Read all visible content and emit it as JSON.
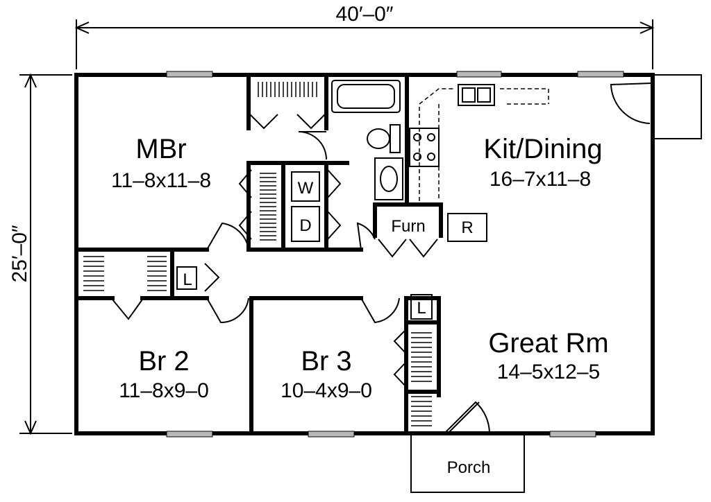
{
  "dimensions": {
    "width_label": "40′–0″",
    "depth_label": "25′–0″"
  },
  "rooms": {
    "mbr": {
      "name": "MBr",
      "size": "11–8x11–8"
    },
    "kit": {
      "name": "Kit/Dining",
      "size": "16–7x11–8"
    },
    "great": {
      "name": "Great Rm",
      "size": "14–5x12–5"
    },
    "br2": {
      "name": "Br 2",
      "size": "11–8x9–0"
    },
    "br3": {
      "name": "Br 3",
      "size": "10–4x9–0"
    }
  },
  "fixtures": {
    "washer": "W",
    "dryer": "D",
    "furnace": "Furn",
    "refrigerator": "R",
    "linen1": "L",
    "linen2": "L",
    "porch": "Porch"
  }
}
